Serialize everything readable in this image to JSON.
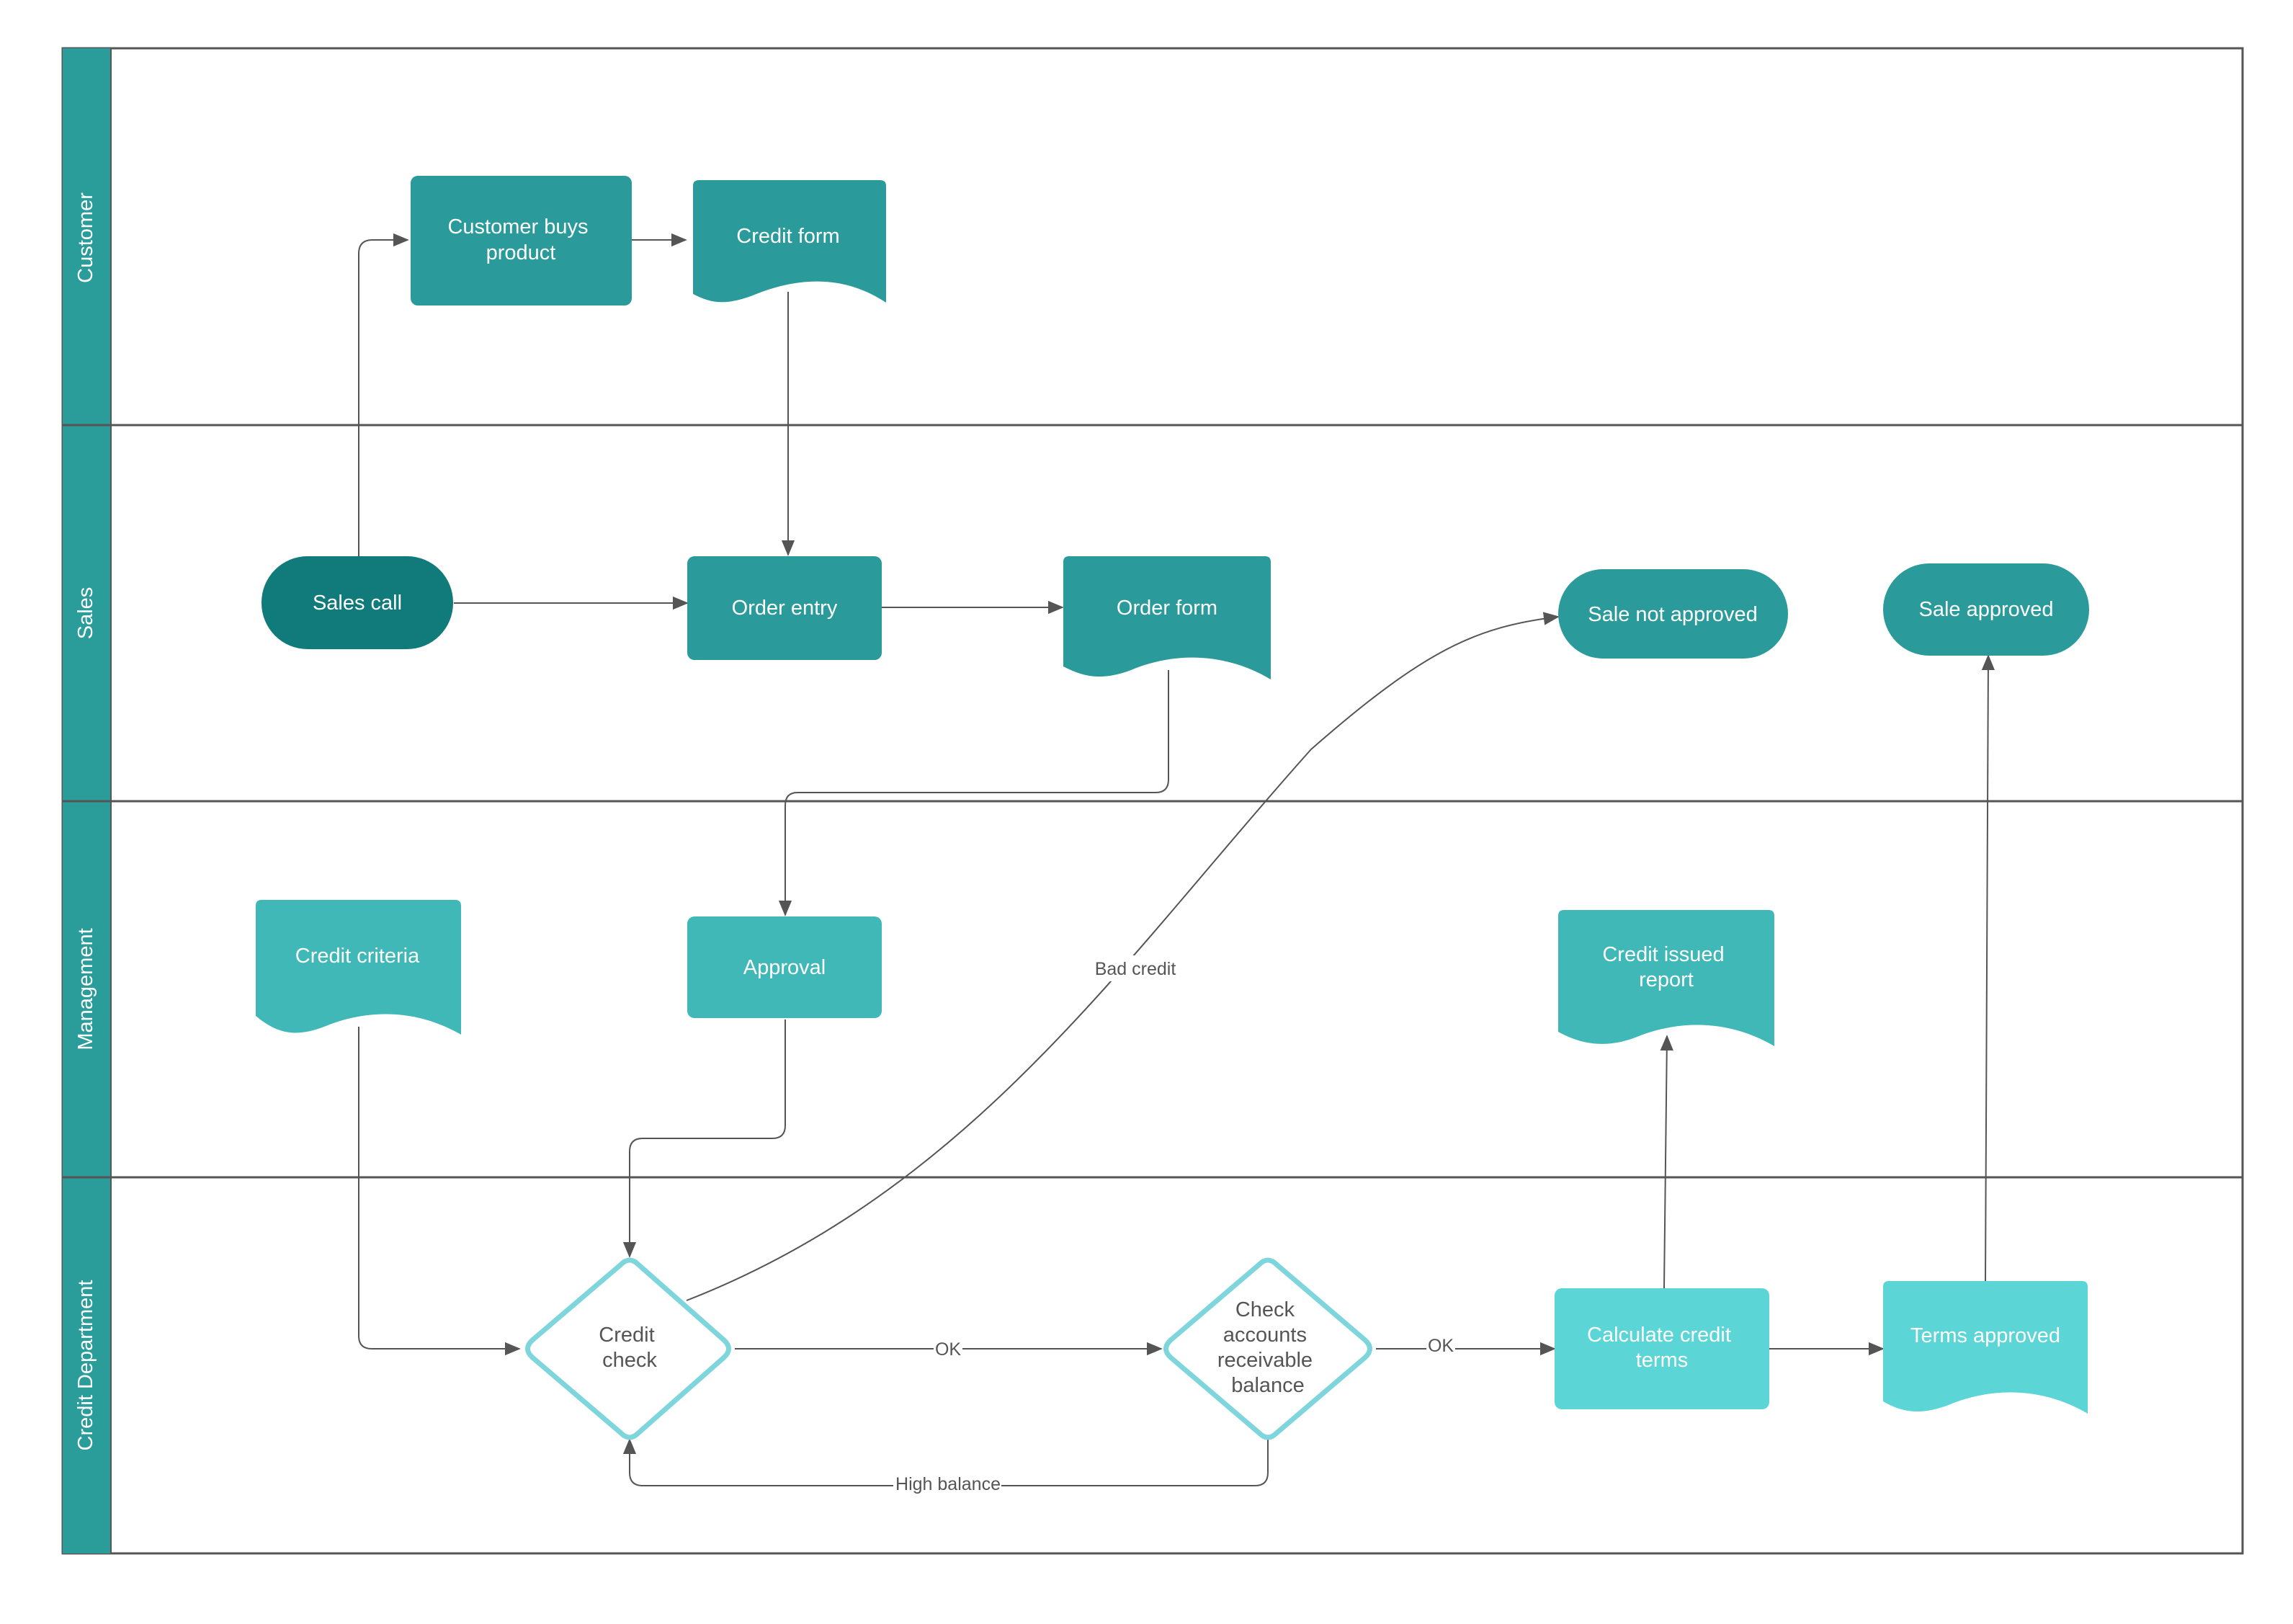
{
  "lanes": [
    {
      "label": "Customer"
    },
    {
      "label": "Sales"
    },
    {
      "label": "Management"
    },
    {
      "label": "Credit Department"
    }
  ],
  "nodes": {
    "customer_buys": {
      "lines": [
        "Customer buys",
        "product"
      ]
    },
    "credit_form": {
      "lines": [
        "Credit form"
      ]
    },
    "sales_call": {
      "lines": [
        "Sales call"
      ]
    },
    "order_entry": {
      "lines": [
        "Order entry"
      ]
    },
    "order_form": {
      "lines": [
        "Order form"
      ]
    },
    "sale_not_approved": {
      "lines": [
        "Sale not approved"
      ]
    },
    "sale_approved": {
      "lines": [
        "Sale approved"
      ]
    },
    "credit_criteria": {
      "lines": [
        "Credit criteria"
      ]
    },
    "approval": {
      "lines": [
        "Approval"
      ]
    },
    "credit_issued_report": {
      "lines": [
        "Credit issued",
        "report"
      ]
    },
    "credit_check": {
      "lines": [
        "Credit",
        "check"
      ]
    },
    "check_accounts": {
      "lines": [
        "Check",
        "accounts",
        "receivable",
        "balance"
      ]
    },
    "calculate_credit": {
      "lines": [
        "Calculate credit",
        "terms"
      ]
    },
    "terms_approved": {
      "lines": [
        "Terms approved"
      ]
    }
  },
  "edge_labels": {
    "bad_credit": "Bad credit",
    "ok_1": "OK",
    "ok_2": "OK",
    "high_balance": "High balance"
  },
  "colors": {
    "lane_header": "#2a9d9b",
    "border": "#555555",
    "terminal_dark": "#117a7a",
    "teal": "#2a9b9a",
    "teal_mid": "#3fb8b7",
    "teal_light": "#5bd5d6",
    "diamond_stroke": "#7ed6dc"
  }
}
